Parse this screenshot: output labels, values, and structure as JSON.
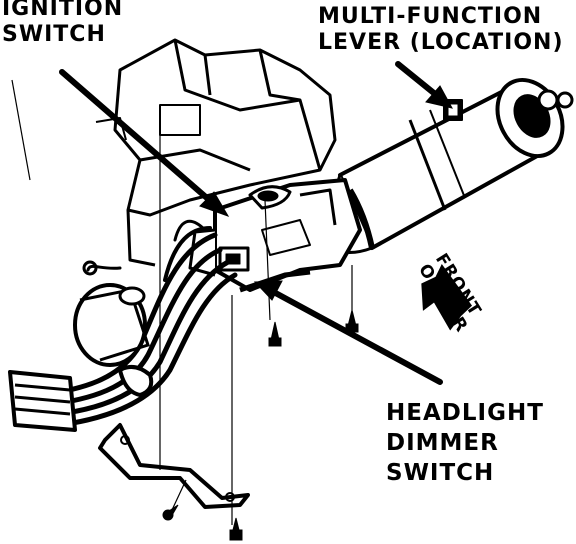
{
  "labels": {
    "ignition_switch": [
      "IGNITION",
      "SWITCH"
    ],
    "multi_function_lever": [
      "MULTI-FUNCTION",
      "LEVER (LOCATION)"
    ],
    "headlight_dimmer_switch": [
      "HEADLIGHT",
      "DIMMER",
      "SWITCH"
    ],
    "front_of_car": [
      "FRONT",
      "OF CAR"
    ]
  },
  "colors": {
    "ink": "#000000",
    "paper": "#ffffff"
  }
}
